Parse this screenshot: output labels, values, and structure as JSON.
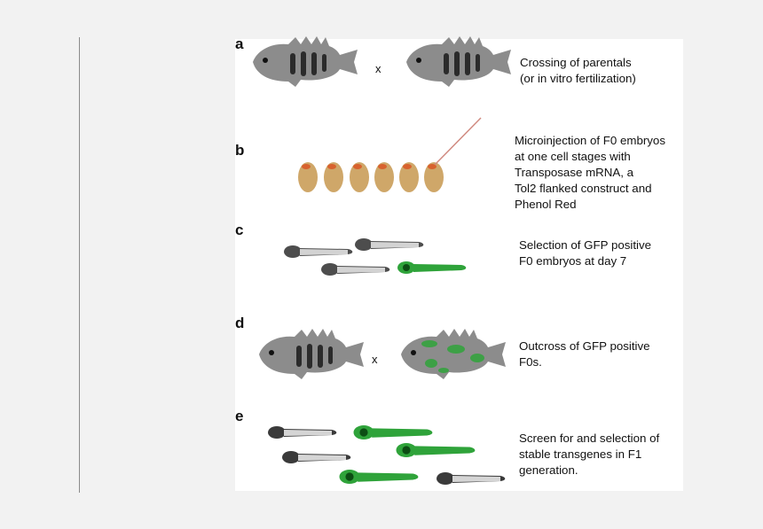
{
  "panels": [
    {
      "label": "a",
      "caption": [
        "Crossing of parentals",
        "(or in vitro fertilization)"
      ],
      "cross": "x"
    },
    {
      "label": "b",
      "caption": [
        "Microinjection of F0 embryos",
        "at one cell stages with",
        "Transposase mRNA, a",
        "Tol2 flanked construct and",
        "Phenol Red"
      ]
    },
    {
      "label": "c",
      "caption": [
        "Selection of GFP positive",
        "F0 embryos at day 7"
      ]
    },
    {
      "label": "d",
      "caption": [
        "Outcross of GFP positive",
        "F0s."
      ],
      "cross": "x"
    },
    {
      "label": "e",
      "caption": [
        "Screen for and selection of",
        "stable transgenes in F1",
        "generation."
      ]
    }
  ],
  "icons": {
    "adult_fish": "cichlid-fish-icon",
    "gfp_fish": "gfp-cichlid-fish-icon",
    "embryo": "embryo-icon",
    "larva": "larva-icon",
    "gfp_larva": "gfp-larva-icon",
    "needle": "injection-needle-icon"
  },
  "colors": {
    "fish_gray": "#8c8c8c",
    "stripe": "#2b2b2b",
    "gfp_green": "#2fa33a",
    "egg": "#cfa769",
    "yolk_dot": "#d8622e",
    "needle": "#d08a80"
  }
}
